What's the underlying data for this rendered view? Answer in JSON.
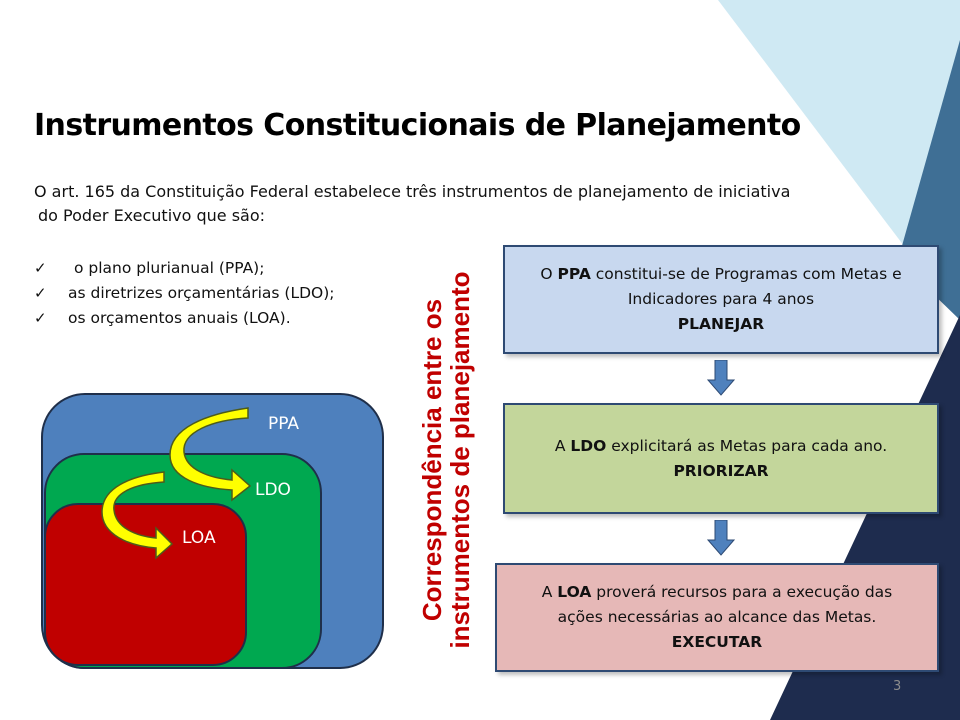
{
  "slide": {
    "title": "Instrumentos Constitucionais de Planejamento",
    "intro_line1": "O art. 165 da Constituição Federal estabelece três instrumentos de planejamento de iniciativa",
    "intro_line2": "do Poder Executivo que são:",
    "checklist": [
      "o plano plurianual (PPA);",
      "as diretrizes orçamentárias (LDO);",
      "os orçamentos anuais (LOA)."
    ],
    "nested_labels": {
      "ppa": "PPA",
      "ldo": "LDO",
      "loa": "LOA"
    },
    "vertical_text_line1": "Correspondência entre os",
    "vertical_text_line2": "instrumentos de planejamento",
    "flow": [
      {
        "pre": "O ",
        "bold": "PPA",
        "post": " constitui-se de Programas com Metas e",
        "line2": "Indicadores para 4 anos",
        "action": "PLANEJAR"
      },
      {
        "pre": "A ",
        "bold": "LDO",
        "post": " explicitará as Metas para cada ano.",
        "action": "PRIORIZAR"
      },
      {
        "pre": "A ",
        "bold": "LOA",
        "post": " proverá recursos para a execução das",
        "line2": "ações necessárias ao alcance das Metas.",
        "action": "EXECUTAR"
      }
    ],
    "page_number": "3"
  },
  "colors": {
    "ppa_box": "#4e80bd",
    "ldo_box": "#00a850",
    "loa_box": "#c00000",
    "vertical_text": "#c00000",
    "flow_ppa": "#c8d8ef",
    "flow_ldo": "#c3d69b",
    "flow_loa": "#e6b8b7",
    "curved_arrow": "#ffff00",
    "down_arrow": "#4f81bd"
  },
  "icons": {
    "check": "check-mark-icon",
    "arrow": "arrow-down-icon",
    "curved": "curved-arrow-icon"
  }
}
